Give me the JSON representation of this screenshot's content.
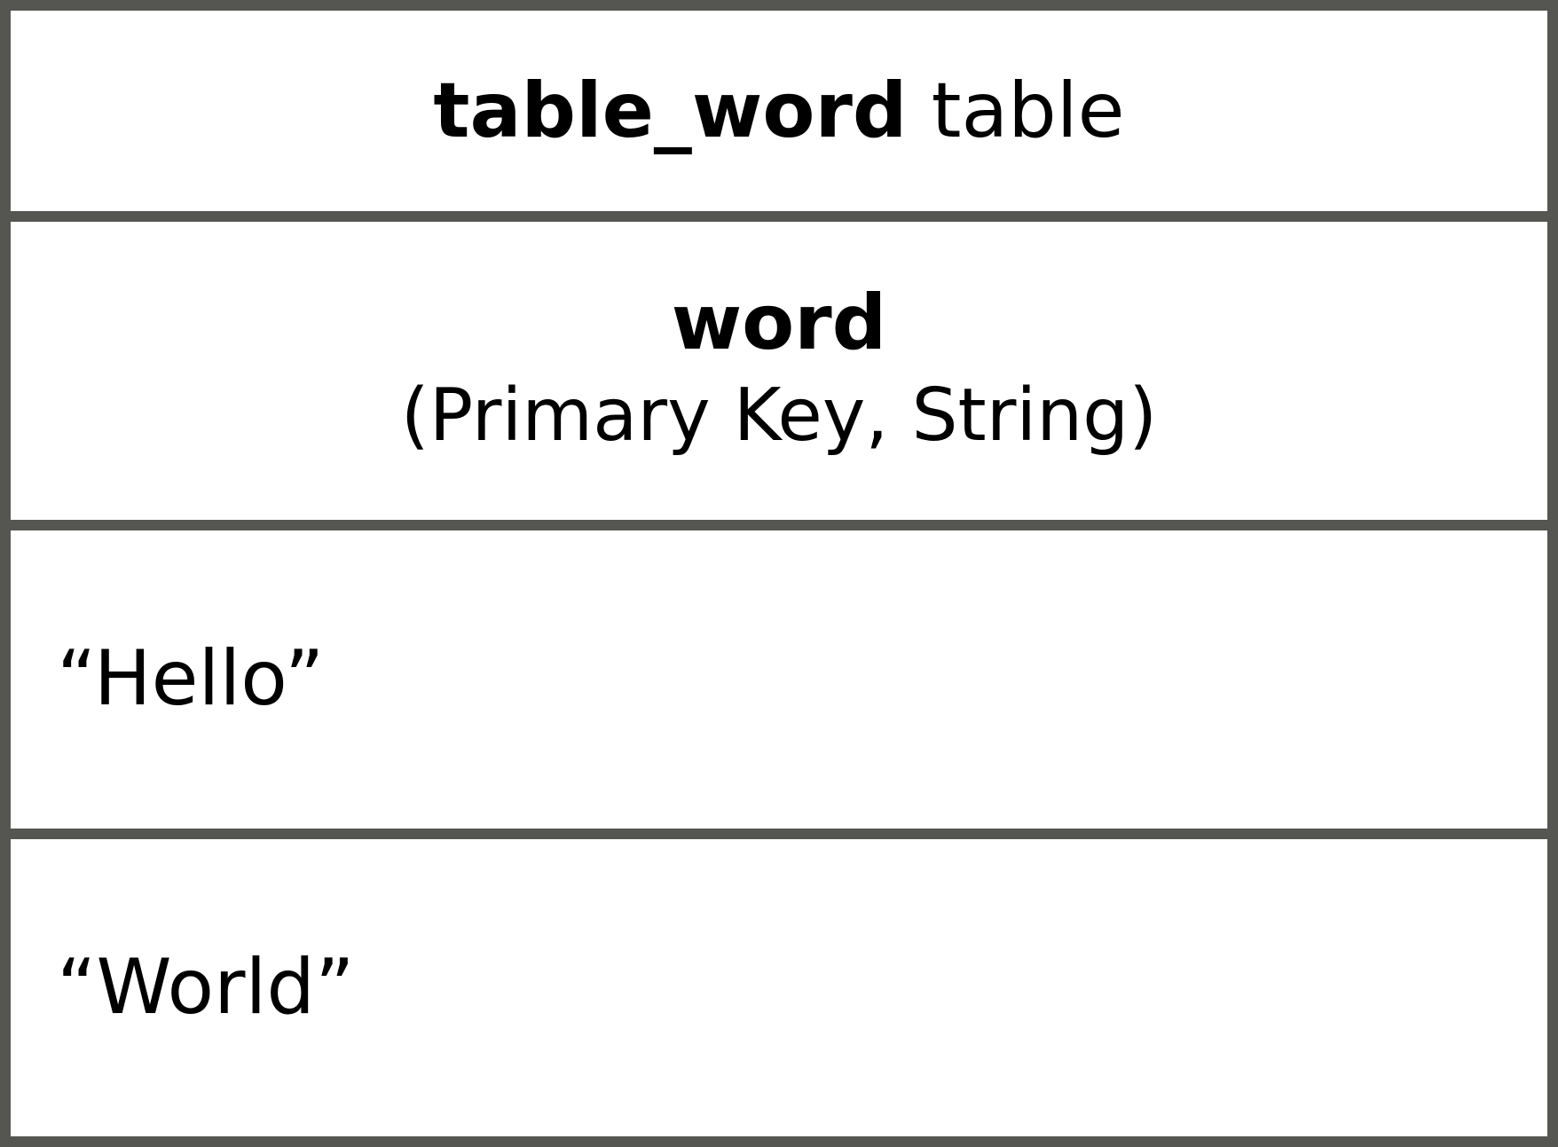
{
  "table": {
    "name": "table_word",
    "suffix": " table",
    "column": {
      "name": "word",
      "description": "(Primary Key, String)"
    },
    "rows": [
      {
        "value": "“Hello”"
      },
      {
        "value": "“World”"
      }
    ]
  },
  "colors": {
    "border": "#555552",
    "background": "#ffffff",
    "text": "#000000"
  }
}
